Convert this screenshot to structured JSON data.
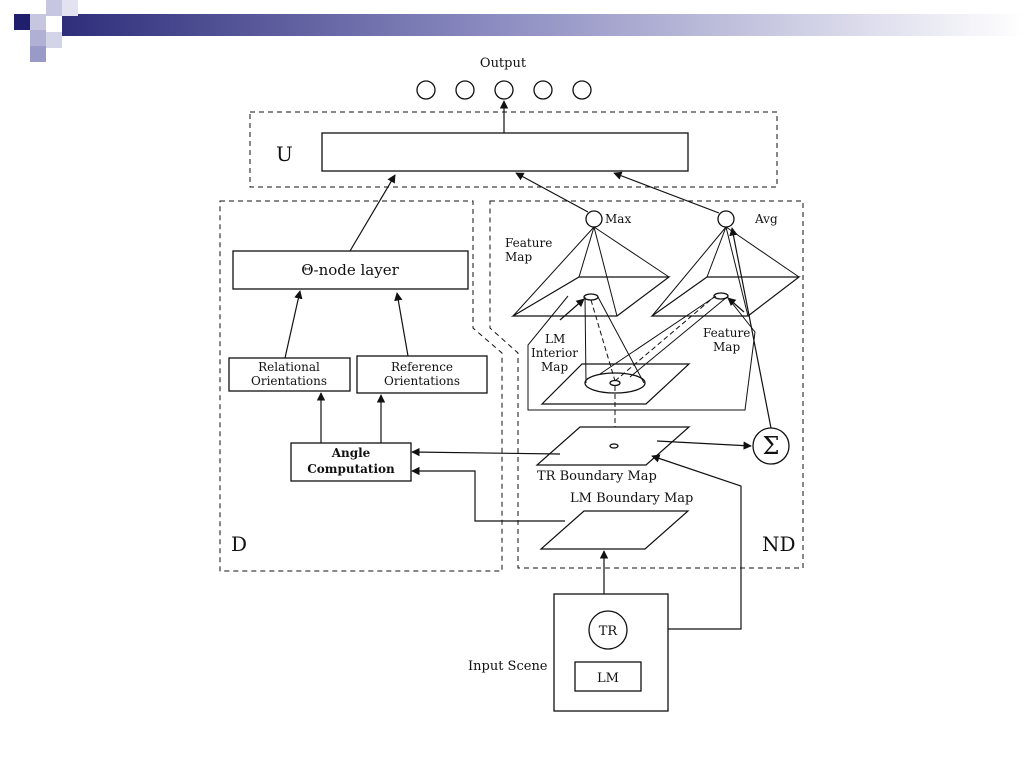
{
  "header": {
    "accent_colors": [
      "#1f1f6e",
      "#6f6fb0",
      "#b9b9d9",
      "#ffffff"
    ]
  },
  "diagram": {
    "output_label": "Output",
    "u_label": "U",
    "d_label": "D",
    "nd_label": "ND",
    "theta_layer_label": "Θ-node layer",
    "relational_line1": "Relational",
    "relational_line2": "Orientations",
    "reference_line1": "Reference",
    "reference_line2": "Orientations",
    "angle_line1": "Angle",
    "angle_line2": "Computation",
    "max_label": "Max",
    "avg_label": "Avg",
    "feature_map_left_line1": "Feature",
    "feature_map_left_line2": "Map",
    "feature_map_right_line1": "Feature",
    "feature_map_right_line2": "Map",
    "lm_interior_line1": "LM",
    "lm_interior_line2": "Interior",
    "lm_interior_line3": "Map",
    "sum_symbol": "Σ",
    "tr_boundary_label": "TR Boundary Map",
    "lm_boundary_label": "LM Boundary Map",
    "input_scene_label": "Input Scene",
    "tr_label": "TR",
    "lm_label": "LM"
  }
}
